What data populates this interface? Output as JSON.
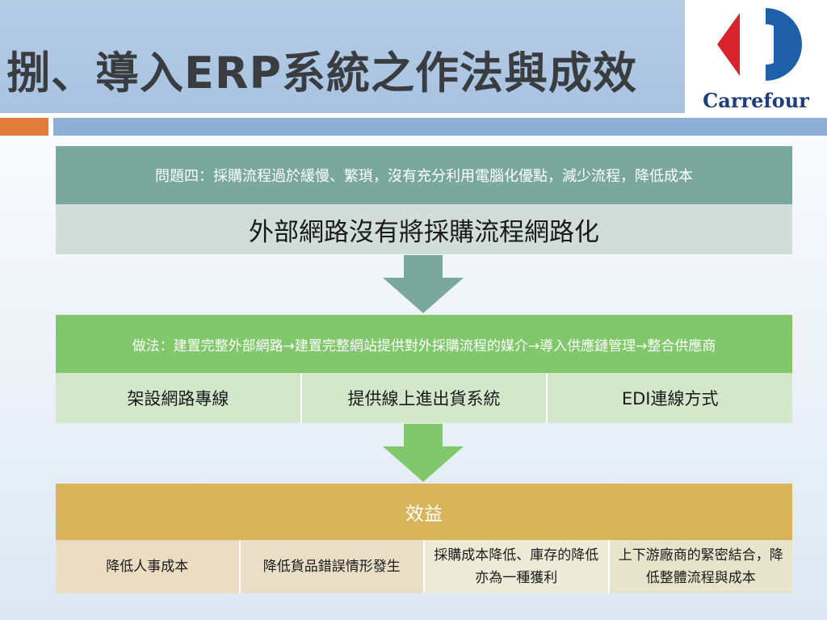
{
  "slide": {
    "title": "捌、導入ERP系統之作法與成效",
    "logo_text": "Carrefour"
  },
  "colors": {
    "logo_red": "#d9232e",
    "logo_blue": "#1f5fa8",
    "accent_orange": "#e07b39",
    "teal": "#7aa89c",
    "green": "#80c86b",
    "gold": "#d8b45a"
  },
  "problem": {
    "heading": "問題四：採購流程過於緩慢、繁瑣，沒有充分利用電腦化優點，減少流程，降低成本",
    "statement": "外部網路沒有將採購流程網路化"
  },
  "approach": {
    "heading": "做法：建置完整外部網路→建置完整網站提供對外採購流程的媒介→導入供應鏈管理→整合供應商",
    "items": [
      "架設網路專線",
      "提供線上進出貨系統",
      "EDI連線方式"
    ]
  },
  "benefit": {
    "heading": "效益",
    "items": [
      "降低人事成本",
      "降低貨品錯誤情形發生",
      "採購成本降低、庫存的降低亦為一種獲利",
      "上下游廠商的緊密結合，降低整體流程與成本"
    ]
  }
}
